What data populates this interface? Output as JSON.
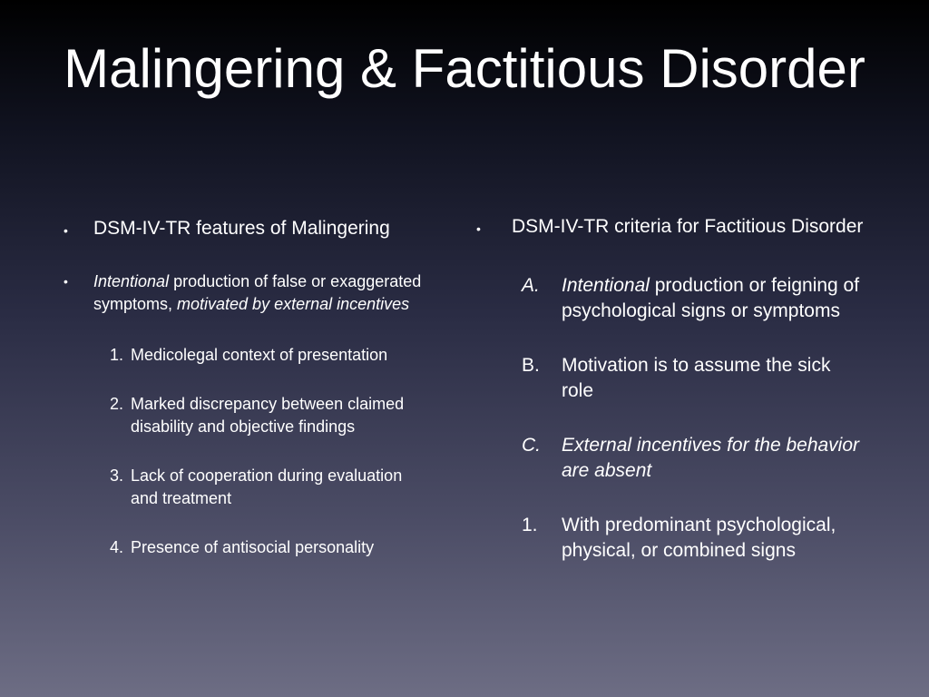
{
  "slide": {
    "title": "Malingering & Factitious Disorder",
    "left": {
      "bullet_icon": "•",
      "heading": "DSM-IV-TR features of Malingering",
      "sub_bullet": {
        "part1_italic": "Intentional",
        "part2": " production of false or exaggerated symptoms, ",
        "part3_italic": "motivated by external incentives"
      },
      "items": [
        {
          "num": "1.",
          "text": "Medicolegal context of presentation"
        },
        {
          "num": "2.",
          "text": "Marked discrepancy between claimed disability and objective findings"
        },
        {
          "num": "3.",
          "text": "Lack of cooperation during evaluation and treatment"
        },
        {
          "num": "4.",
          "text": "Presence of antisocial personality"
        }
      ]
    },
    "right": {
      "bullet_icon": "•",
      "heading": "DSM-IV-TR criteria for Factitious Disorder",
      "items": [
        {
          "num": "A.",
          "text_italic": "Intentional",
          "text": " production or feigning of psychological signs or symptoms"
        },
        {
          "num": "B.",
          "text": "Motivation is to assume the sick role"
        },
        {
          "num": "C.",
          "text_italic": "External incentives for the behavior are absent"
        },
        {
          "num": "1.",
          "text": "With predominant psychological, physical, or combined signs"
        }
      ]
    }
  }
}
